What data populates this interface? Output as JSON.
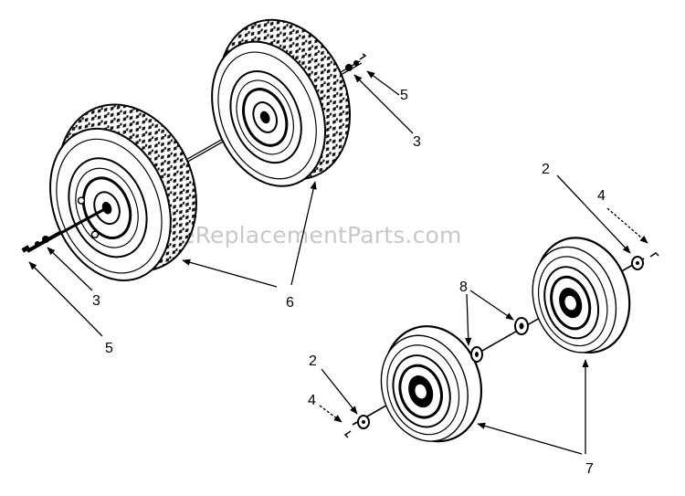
{
  "watermark": "eReplacementParts.com",
  "callouts": {
    "upper_left_5": "5",
    "upper_left_3": "3",
    "upper_right_5": "5",
    "upper_right_3": "3",
    "tire_6": "6",
    "right_2": "2",
    "right_4": "4",
    "washer_8": "8",
    "left_2": "2",
    "left_4": "4",
    "wheel_7": "7"
  },
  "parts": [
    "rear-tire-left",
    "rear-tire-right",
    "rear-axle",
    "front-wheel-left",
    "front-wheel-right",
    "front-axle"
  ]
}
